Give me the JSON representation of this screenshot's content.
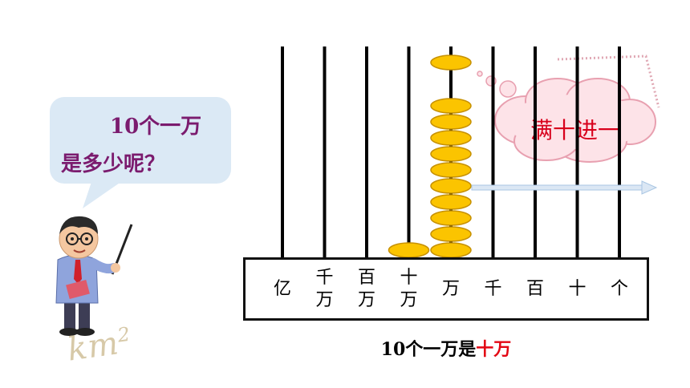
{
  "bubble": {
    "line1": "10个一万",
    "line2": "是多少呢？"
  },
  "abacus": {
    "places": [
      {
        "chars": [
          "亿"
        ]
      },
      {
        "chars": [
          "千",
          "万"
        ]
      },
      {
        "chars": [
          "百",
          "万"
        ]
      },
      {
        "chars": [
          "十",
          "万"
        ]
      },
      {
        "chars": [
          "万"
        ]
      },
      {
        "chars": [
          "千"
        ]
      },
      {
        "chars": [
          "百"
        ]
      },
      {
        "chars": [
          "十"
        ]
      },
      {
        "chars": [
          "个"
        ]
      }
    ],
    "beads_per_rod": [
      0,
      0,
      0,
      1,
      10,
      0,
      0,
      0,
      0
    ],
    "bead_color": "#fbc400",
    "bead_outline": "#c79100"
  },
  "cloud": {
    "text": "满十进一"
  },
  "caption": {
    "prefix": "10个一万是",
    "highlight": "十万"
  },
  "watermark": {
    "base": "km",
    "exp": "2"
  },
  "colors": {
    "bubble_bg": "#dbe9f5",
    "bubble_text": "#7b1b6e",
    "highlight_red": "#e30613",
    "cloud_fill": "#fde3e8",
    "arrow": "#a9c6e3"
  }
}
